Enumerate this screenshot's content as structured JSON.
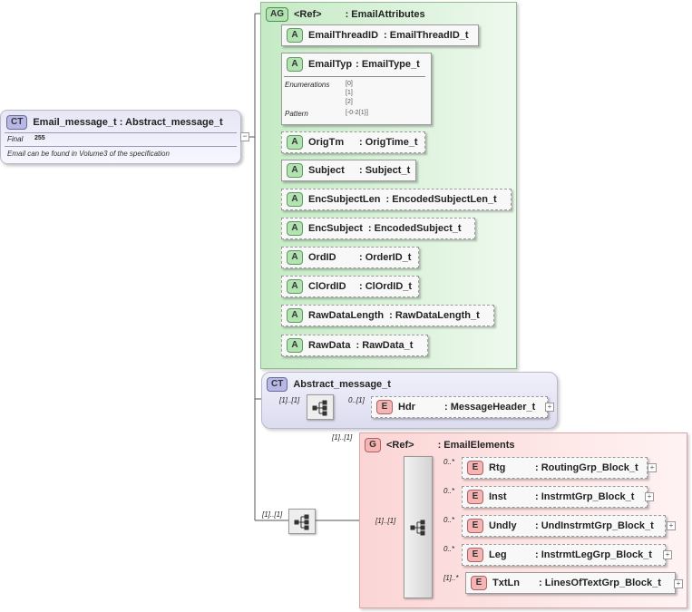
{
  "main_type": {
    "badge": "CT",
    "title": "Email_message_t : Abstract_message_t",
    "prop_name": "Final",
    "prop_value": "255",
    "doc": "Email can be found in Volume3 of the specification"
  },
  "attribute_group": {
    "badge": "AG",
    "ref": "<Ref>",
    "name": ": EmailAttributes"
  },
  "attributes": [
    {
      "badge": "A",
      "name": "EmailThreadID",
      "type": ": EmailThreadID_t",
      "optional": false
    },
    {
      "badge": "A",
      "name": "EmailTyp",
      "type": ": EmailType_t",
      "optional": false
    },
    {
      "badge": "A",
      "name": "OrigTm",
      "type": ": OrigTime_t",
      "optional": true
    },
    {
      "badge": "A",
      "name": "Subject",
      "type": ": Subject_t",
      "optional": false
    },
    {
      "badge": "A",
      "name": "EncSubjectLen",
      "type": ": EncodedSubjectLen_t",
      "optional": true
    },
    {
      "badge": "A",
      "name": "EncSubject",
      "type": ": EncodedSubject_t",
      "optional": true
    },
    {
      "badge": "A",
      "name": "OrdID",
      "type": ": OrderID_t",
      "optional": true
    },
    {
      "badge": "A",
      "name": "ClOrdID",
      "type": ": ClOrdID_t",
      "optional": true
    },
    {
      "badge": "A",
      "name": "RawDataLength",
      "type": ": RawDataLength_t",
      "optional": true
    },
    {
      "badge": "A",
      "name": "RawData",
      "type": ": RawData_t",
      "optional": true
    }
  ],
  "email_typ_details": {
    "enum_label": "Enumerations",
    "enum_values": [
      "[0]",
      "[1]",
      "[2]"
    ],
    "pattern_label": "Pattern",
    "pattern_value": "[-0-2{1}]"
  },
  "abstract_type": {
    "badge": "CT",
    "title": "Abstract_message_t",
    "seq_card": "[1]..[1]",
    "elem_card": "0..[1]",
    "element": {
      "badge": "E",
      "name": "Hdr",
      "type": ": MessageHeader_t"
    }
  },
  "group": {
    "badge": "G",
    "ref": "<Ref>",
    "name": ": EmailElements",
    "group_card": "[1]..[1]",
    "outer_seq_card": "[1]..[1]",
    "inner_seq_card": "[1]..[1]",
    "elements": [
      {
        "badge": "E",
        "name": "Rtg",
        "type": ": RoutingGrp_Block_t",
        "card": "0..*",
        "optional": true
      },
      {
        "badge": "E",
        "name": "Inst",
        "type": ": InstrmtGrp_Block_t",
        "card": "0..*",
        "optional": true
      },
      {
        "badge": "E",
        "name": "Undly",
        "type": ": UndInstrmtGrp_Block_t",
        "card": "0..*",
        "optional": true
      },
      {
        "badge": "E",
        "name": "Leg",
        "type": ": InstrmtLegGrp_Block_t",
        "card": "0..*",
        "optional": true
      },
      {
        "badge": "E",
        "name": "TxtLn",
        "type": ": LinesOfTextGrp_Block_t",
        "card": "[1]..*",
        "optional": false
      }
    ]
  },
  "icons": {
    "sequence": "sequence-compositor-icon",
    "expand": "plus-expand-icon",
    "collapse": "minus-collapse-icon"
  }
}
